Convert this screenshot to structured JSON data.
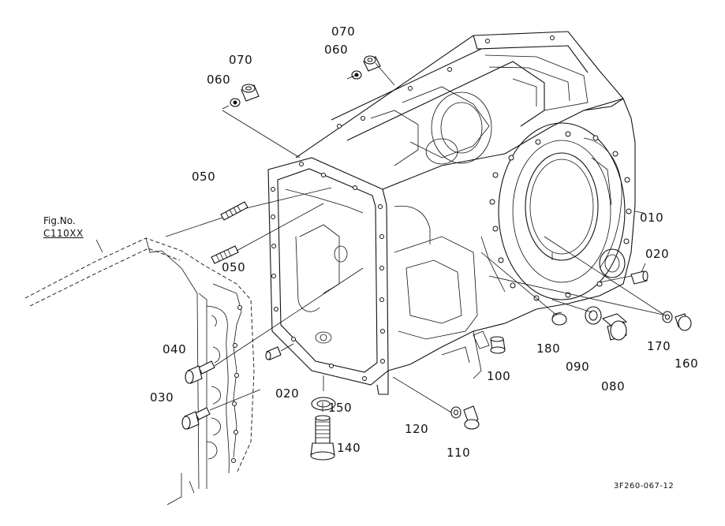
{
  "figure_reference": {
    "label": "Fig.No.",
    "code": "C110XX"
  },
  "drawing_id": "3F260-067-12",
  "callouts": [
    {
      "id": "010",
      "text": "010"
    },
    {
      "id": "020a",
      "text": "020"
    },
    {
      "id": "020b",
      "text": "020"
    },
    {
      "id": "030",
      "text": "030"
    },
    {
      "id": "040",
      "text": "040"
    },
    {
      "id": "050a",
      "text": "050"
    },
    {
      "id": "050b",
      "text": "050"
    },
    {
      "id": "060a",
      "text": "060"
    },
    {
      "id": "060b",
      "text": "060"
    },
    {
      "id": "070a",
      "text": "070"
    },
    {
      "id": "070b",
      "text": "070"
    },
    {
      "id": "080",
      "text": "080"
    },
    {
      "id": "090",
      "text": "090"
    },
    {
      "id": "100",
      "text": "100"
    },
    {
      "id": "110",
      "text": "110"
    },
    {
      "id": "120",
      "text": "120"
    },
    {
      "id": "140",
      "text": "140"
    },
    {
      "id": "150",
      "text": "150"
    },
    {
      "id": "160",
      "text": "160"
    },
    {
      "id": "170",
      "text": "170"
    },
    {
      "id": "180",
      "text": "180"
    }
  ]
}
